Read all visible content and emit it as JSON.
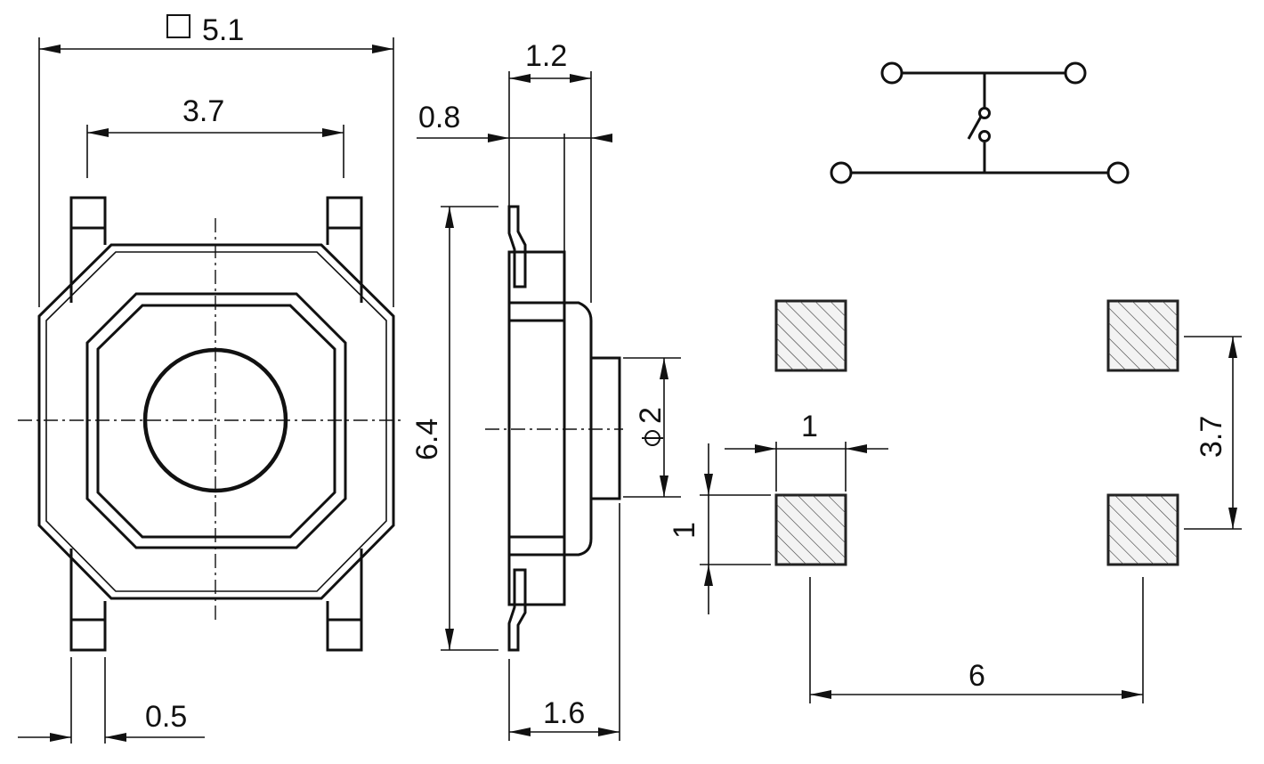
{
  "dimensions": {
    "body_width": "5.1",
    "button_square": "3.7",
    "height": "6.4",
    "pin_width": "0.5",
    "body_thickness": "0.8",
    "actuator_height": "1.2",
    "total_height": "1.6",
    "actuator_dia": "2",
    "pad_size_w": "1",
    "pad_size_h": "1",
    "pad_pitch_x": "6",
    "pad_pitch_y": "3.7"
  },
  "symbols": {
    "square": "square-symbol-icon",
    "diameter": "diameter-symbol-icon",
    "switch": "pushbutton-switch-schematic-icon"
  }
}
